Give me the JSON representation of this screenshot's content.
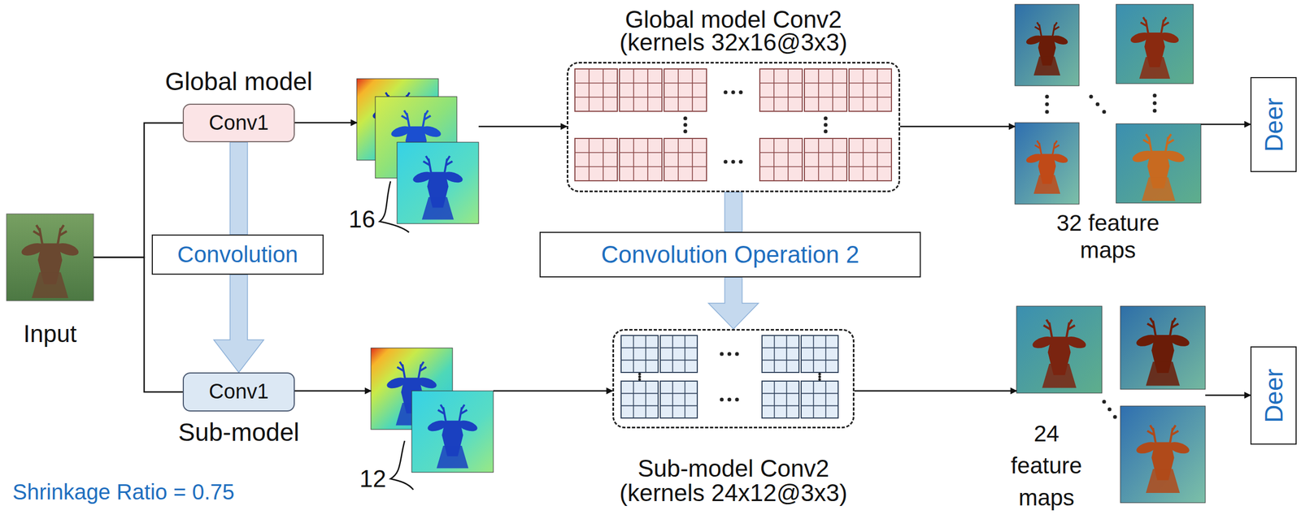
{
  "diagram": {
    "nodes": [
      {
        "text": [
          "Input"
        ]
      },
      {
        "text": [
          "Global model",
          "Conv1"
        ]
      },
      {
        "text": [
          "Convolution"
        ]
      },
      {
        "text": [
          "Conv1",
          "Sub-model"
        ]
      },
      {
        "text": [
          "16"
        ]
      },
      {
        "text": [
          "12"
        ]
      },
      {
        "text": [
          "Global model Conv2",
          "(kernels 32x16@3x3)"
        ]
      },
      {
        "text": [
          "Convolution Operation 2"
        ]
      },
      {
        "text": [
          "Sub-model Conv2",
          "(kernels 24x12@3x3)"
        ]
      },
      {
        "text": [
          "32 feature maps"
        ]
      },
      {
        "text": [
          "24 feature maps"
        ]
      },
      {
        "text": [
          "Deer"
        ]
      },
      {
        "text": [
          "Deer"
        ]
      }
    ],
    "edges": [
      {
        "from": 0,
        "to": 1,
        "arrow": "none"
      },
      {
        "from": 0,
        "to": 3,
        "arrow": "none"
      },
      {
        "from": 1,
        "to": 4,
        "arrow": "to"
      },
      {
        "from": 3,
        "to": 5,
        "arrow": "to"
      },
      {
        "from": 4,
        "to": 6,
        "arrow": "to"
      },
      {
        "from": 5,
        "to": 8,
        "arrow": "to"
      },
      {
        "from": 6,
        "to": 9,
        "arrow": "to"
      },
      {
        "from": 8,
        "to": 10,
        "arrow": "to"
      },
      {
        "from": 9,
        "to": 11,
        "arrow": "to"
      },
      {
        "from": 10,
        "to": 12,
        "arrow": "to"
      },
      {
        "from": 1,
        "to": 2,
        "arrow": "none"
      },
      {
        "from": 2,
        "to": 3,
        "arrow": "to"
      },
      {
        "from": 6,
        "to": 7,
        "arrow": "none"
      },
      {
        "from": 7,
        "to": 8,
        "arrow": "to"
      }
    ],
    "labels": [
      "Shrinkage Ratio = 0.75"
    ]
  }
}
